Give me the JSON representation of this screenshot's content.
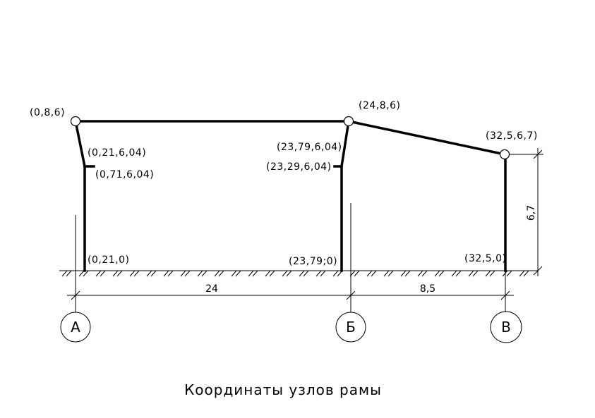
{
  "nodes": {
    "top_left": "(0,8,6)",
    "haunch_left_a": "(0,21,6,04)",
    "haunch_left_b": "(0,71,6,04)",
    "base_left": "(0,21,0)",
    "top_mid": "(24,8,6)",
    "haunch_mid_a": "(23,79,6,04)",
    "haunch_mid_b": "(23,29,6,04)",
    "base_mid": "(23,79;0)",
    "top_right": "(32,5,6,7)",
    "base_right": "(32,5,0)"
  },
  "dimensions": {
    "span_ab": "24",
    "span_bv": "8,5",
    "height": "6,7"
  },
  "axes": [
    "А",
    "Б",
    "В"
  ],
  "caption": "Координаты узлов рамы"
}
